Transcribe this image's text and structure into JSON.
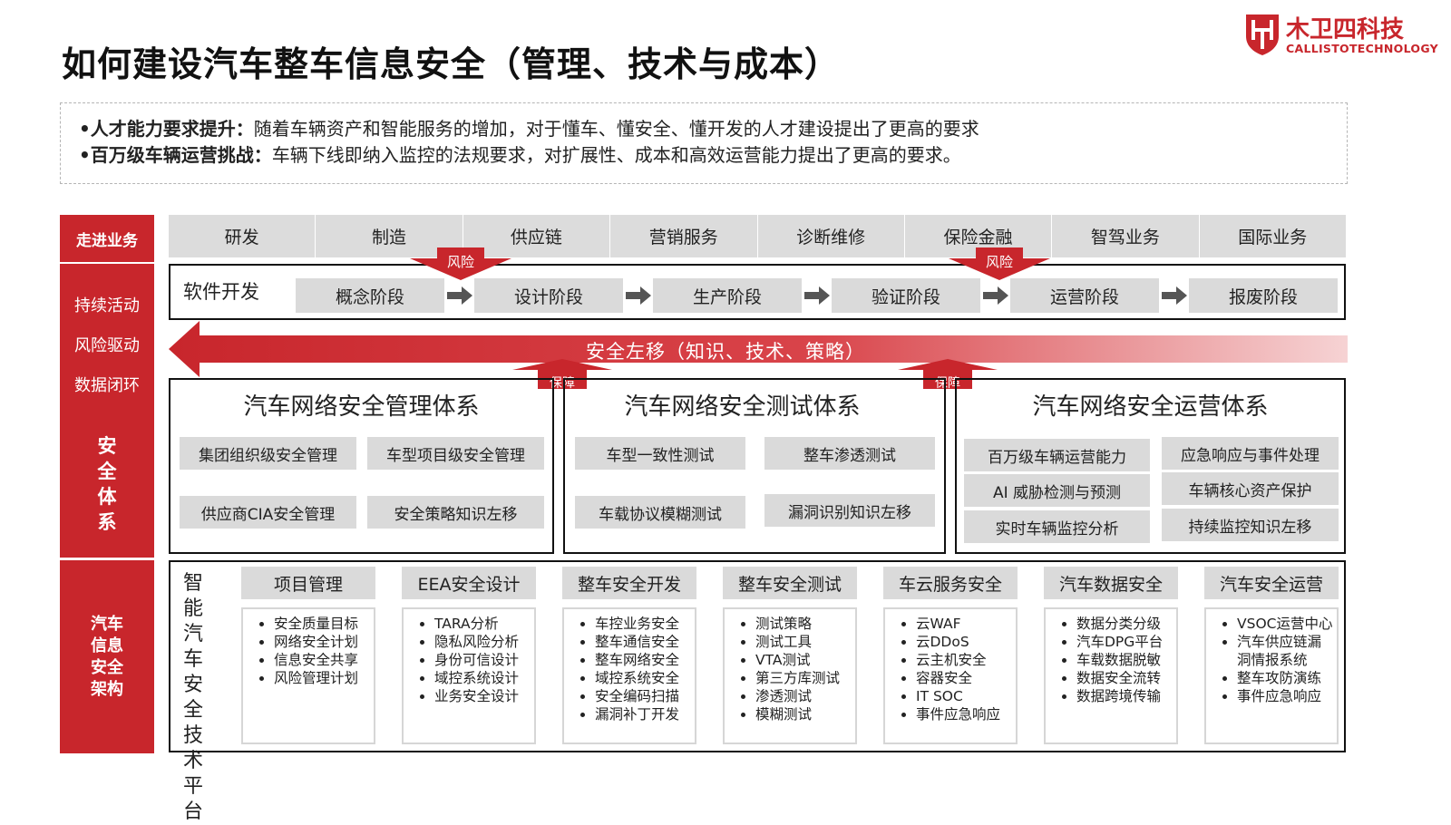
{
  "title": "如何建设汽车整车信息安全（管理、技术与成本）",
  "logo": {
    "cn": "木卫四科技",
    "en": "CALLISTOTECHNOLOGY"
  },
  "intro": [
    {
      "bold": "•人才能力要求提升：",
      "text": "随着车辆资产和智能服务的增加，对于懂车、懂安全、懂开发的人才建设提出了更高的要求"
    },
    {
      "bold": "•百万级车辆运营挑战：",
      "text": "车辆下线即纳入监控的法规要求，对扩展性、成本和高效运营能力提出了更高的要求。"
    }
  ],
  "left_labels": {
    "business": "走进业务",
    "activities": [
      "持续活动",
      "风险驱动",
      "数据闭环"
    ],
    "security_system": [
      "安",
      "全",
      "体",
      "系"
    ],
    "architecture": [
      "汽车",
      "信息",
      "安全",
      "架构"
    ]
  },
  "business": [
    "研发",
    "制造",
    "供应链",
    "营销服务",
    "诊断维修",
    "保险金融",
    "智驾业务",
    "国际业务"
  ],
  "software_dev": "软件开发",
  "phases": [
    "概念阶段",
    "设计阶段",
    "生产阶段",
    "验证阶段",
    "运营阶段",
    "报废阶段"
  ],
  "risk_label": "风险",
  "shift_left": "安全左移（知识、技术、策略）",
  "guard_label": "保障",
  "systems": [
    {
      "title": "汽车网络安全管理体系",
      "items": [
        "集团组织级安全管理",
        "车型项目级安全管理",
        "供应商CIA安全管理",
        "安全策略知识左移"
      ]
    },
    {
      "title": "汽车网络安全测试体系",
      "items": [
        "车型一致性测试",
        "整车渗透测试",
        "车载协议模糊测试",
        "漏洞识别知识左移"
      ]
    },
    {
      "title": "汽车网络安全运营体系",
      "items": [
        "百万级车辆运营能力",
        "应急响应与事件处理",
        "AI 威胁检测与预测",
        "车辆核心资产保护",
        "实时车辆监控分析",
        "持续监控知识左移"
      ]
    }
  ],
  "platform": {
    "name": [
      "智能",
      "汽车",
      "安全",
      "技术",
      "平台"
    ],
    "columns": [
      {
        "title": "项目管理",
        "items": [
          "安全质量目标",
          "网络安全计划",
          "信息安全共享",
          "风险管理计划"
        ]
      },
      {
        "title": "EEA安全设计",
        "items": [
          "TARA分析",
          "隐私风险分析",
          "身份可信设计",
          "域控系统设计",
          "业务安全设计"
        ]
      },
      {
        "title": "整车安全开发",
        "items": [
          "车控业务安全",
          "整车通信安全",
          "整车网络安全",
          "域控系统安全",
          "安全编码扫描",
          "漏洞补丁开发"
        ]
      },
      {
        "title": "整车安全测试",
        "items": [
          "测试策略",
          "测试工具",
          "VTA测试",
          "第三方库测试",
          "渗透测试",
          "模糊测试"
        ]
      },
      {
        "title": "车云服务安全",
        "items": [
          "云WAF",
          "云DDoS",
          "云主机安全",
          "容器安全",
          "IT SOC",
          "事件应急响应"
        ]
      },
      {
        "title": "汽车数据安全",
        "items": [
          "数据分类分级",
          "汽车DPG平台",
          "车载数据脱敏",
          "数据安全流转",
          "数据跨境传输"
        ]
      },
      {
        "title": "汽车安全运营",
        "items": [
          "VSOC运营中心",
          "汽车供应链漏",
          "洞情报系统",
          "整车攻防演练",
          "事件应急响应"
        ]
      }
    ]
  },
  "colors": {
    "accent": "#c8262c",
    "box_gray": "#dadada",
    "text": "#222222"
  }
}
